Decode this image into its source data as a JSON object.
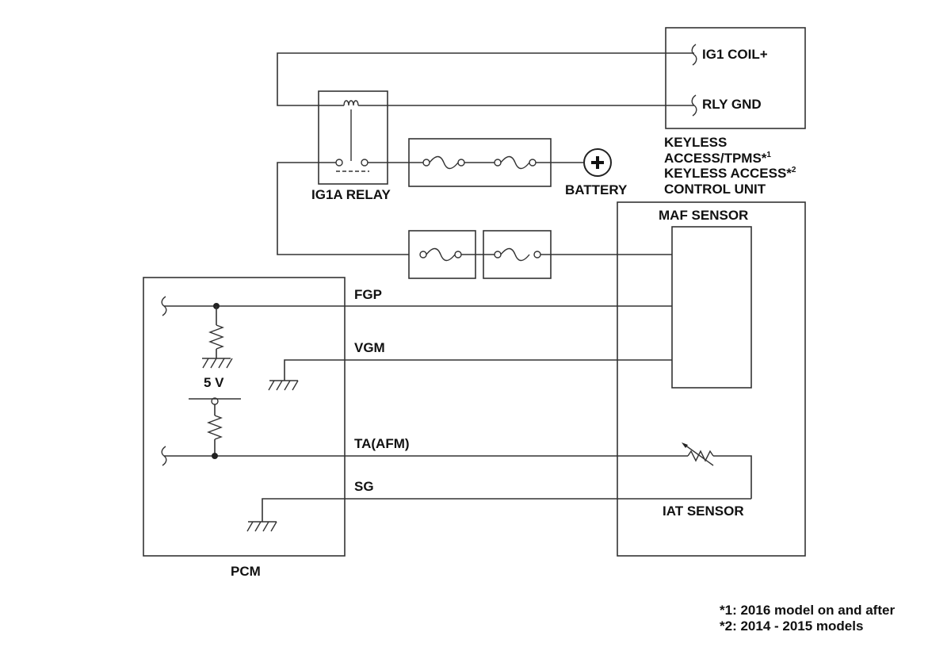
{
  "labels": {
    "ig1_coil": "IG1 COIL+",
    "rly_gnd": "RLY GND",
    "keyless_line1": "KEYLESS",
    "keyless_line2": "ACCESS/TPMS*",
    "keyless_line2_sup": "1",
    "keyless_line3": "KEYLESS ACCESS*",
    "keyless_line3_sup": "2",
    "keyless_line4": "CONTROL UNIT",
    "ig1a_relay": "IG1A RELAY",
    "battery": "BATTERY",
    "maf_sensor": "MAF SENSOR",
    "fgp": "FGP",
    "vgm": "VGM",
    "five_v": "5 V",
    "ta_afm": "TA(AFM)",
    "sg": "SG",
    "iat_sensor": "IAT SENSOR",
    "pcm": "PCM"
  },
  "footnotes": [
    "*1: 2016 model on and after",
    "*2: 2014 - 2015 models"
  ]
}
